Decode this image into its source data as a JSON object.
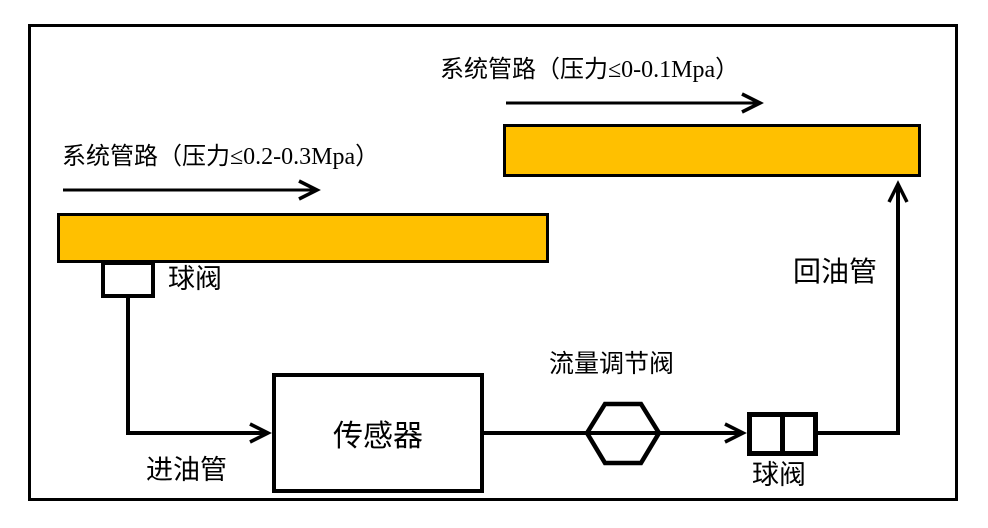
{
  "diagram": {
    "colors": {
      "pipe_bar_fill": "#FFC000",
      "line_color": "#000000",
      "background": "#FFFFFF"
    },
    "top_pipeline": {
      "label": "系统管路（压力≤0-0.1Mpa）"
    },
    "left_pipeline": {
      "label": "系统管路（压力≤0.2-0.3Mpa）"
    },
    "left_ball_valve": {
      "label": "球阀"
    },
    "inlet_pipe": {
      "label": "进油管"
    },
    "sensor": {
      "label": "传感器"
    },
    "flow_control_valve": {
      "label": "流量调节阀"
    },
    "right_ball_valve": {
      "label": "球阀"
    },
    "return_pipe": {
      "label": "回油管"
    }
  }
}
